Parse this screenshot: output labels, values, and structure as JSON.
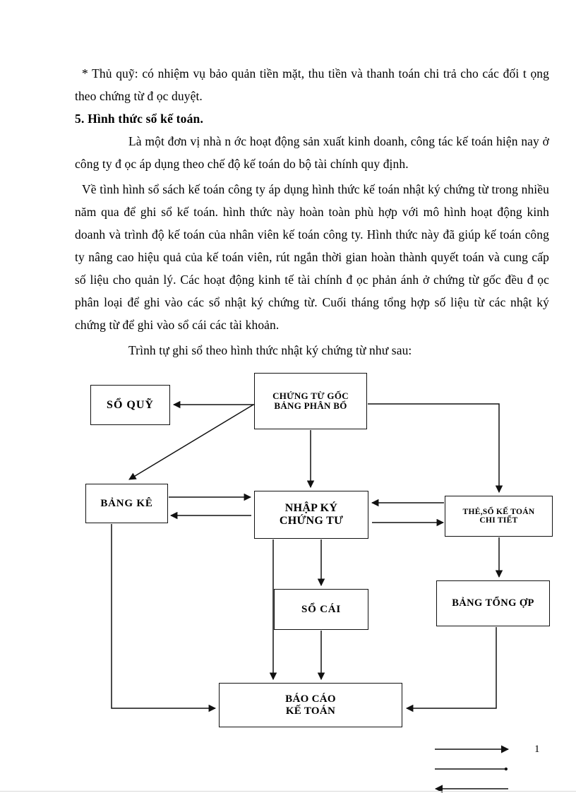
{
  "document": {
    "page_number": "1",
    "body": {
      "paragraphs": [
        {
          "id": "p1",
          "style": "indent-small",
          "text": "* Thủ quỹ: có nhiệm vụ bảo quản tiền mặt, thu tiền và thanh toán chi trả cho các đối t  ọng theo chứng từ đ  ọc duyệt."
        },
        {
          "id": "p2",
          "style": "heading",
          "text": "5. Hình thức sổ kế toán."
        },
        {
          "id": "p3",
          "style": "indent-large",
          "text": "Là một đơn vị nhà n   ớc hoạt động sản xuất kinh doanh, công tác kế toán hiện nay ở công ty đ   ọc áp dụng theo chế độ kế toán do bộ tài chính quy định."
        },
        {
          "id": "p4",
          "style": "indent-small",
          "text": "Về tình hình sổ sách kế toán công ty áp dụng hình thức kế toán nhật ký chứng từ trong nhiều năm qua để ghi sổ kế toán. hình thức này hoàn toàn phù hợp với mô hình hoạt động kinh doanh và trình độ kế toán của nhân viên kế toán công ty. Hình thức này đã giúp kế toán công ty nâng cao hiệu quả của kế toán viên, rút ngắn thời gian hoàn thành quyết toán và cung cấp số liệu cho quản lý. Các hoạt động kinh tế tài chính đ   ọc phản ánh ở chứng từ gốc đều đ   ọc phân loại để ghi vào các sổ nhật ký chứng từ. Cuối tháng tổng hợp số liệu từ các nhật ký chứng từ để ghi vào sổ cái các tài khoản."
        },
        {
          "id": "p5",
          "style": "indent-large",
          "text": "Trình tự ghi sổ theo hình thức nhật ký chứng từ như sau:"
        }
      ]
    },
    "diagram": {
      "title": "Trình tự ghi sổ theo hình thức nhật ký chứng từ",
      "nodes": [
        {
          "id": "so_quy",
          "label": "SỔ QUỸ"
        },
        {
          "id": "chung_tu",
          "label": "CHỨNG TỪ GỐC\nBẢNG PHÂN BỔ"
        },
        {
          "id": "bang_ke",
          "label": "BẢNG KÊ"
        },
        {
          "id": "nhap_ky",
          "label": "NHẬP KÝ\nCHỨNG TƯ"
        },
        {
          "id": "the_so",
          "label": "THẺ,SỔ KẾ TOÁN\nCHI TIẾT"
        },
        {
          "id": "so_cai",
          "label": "SỔ CÁI"
        },
        {
          "id": "bang_th",
          "label": "BẢNG TỔNG ỢP"
        },
        {
          "id": "bao_cao",
          "label": "BÁO CÁO\nKẾ TOÁN"
        }
      ],
      "edges": [
        {
          "from": "chung_tu",
          "to": "so_quy",
          "style": "solid-arrow"
        },
        {
          "from": "chung_tu",
          "to": "bang_ke",
          "style": "solid-arrow-diagonal"
        },
        {
          "from": "chung_tu",
          "to": "nhap_ky",
          "style": "solid-arrow"
        },
        {
          "from": "chung_tu",
          "to": "the_so",
          "style": "solid-arrow"
        },
        {
          "from": "bang_ke",
          "to": "nhap_ky",
          "style": "solid-arrow"
        },
        {
          "from": "nhap_ky",
          "to": "bang_ke",
          "style": "solid-arrow"
        },
        {
          "from": "the_so",
          "to": "nhap_ky",
          "style": "solid-arrow"
        },
        {
          "from": "nhap_ky",
          "to": "the_so",
          "style": "solid-arrow"
        },
        {
          "from": "nhap_ky",
          "to": "so_cai",
          "style": "solid-arrow"
        },
        {
          "from": "nhap_ky",
          "to": "bao_cao",
          "style": "solid-arrow"
        },
        {
          "from": "so_cai",
          "to": "bao_cao",
          "style": "solid-arrow"
        },
        {
          "from": "the_so",
          "to": "bang_th",
          "style": "solid-arrow"
        },
        {
          "from": "bang_th",
          "to": "bao_cao",
          "style": "solid-arrow"
        },
        {
          "from": "bang_ke",
          "to": "bao_cao",
          "style": "solid-arrow"
        }
      ],
      "legend": [
        {
          "id": "legend-1",
          "style": "arrow-right"
        },
        {
          "id": "legend-2",
          "style": "line-plain"
        },
        {
          "id": "legend-3",
          "style": "arrow-left"
        }
      ]
    },
    "colors": {
      "ink": "#000000",
      "paper": "#ffffff",
      "rule": "#d9d9d9"
    }
  }
}
